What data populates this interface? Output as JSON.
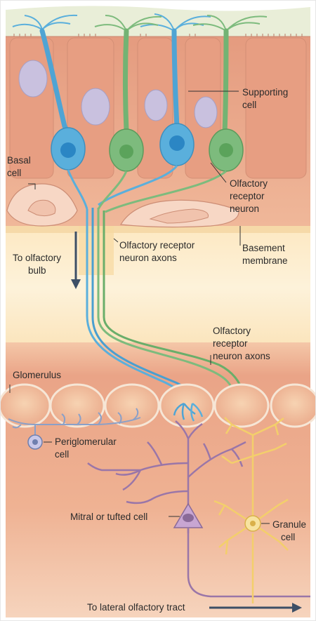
{
  "labels": {
    "supporting_cell": [
      "Supporting",
      "cell"
    ],
    "basal_cell": [
      "Basal",
      "cell"
    ],
    "olfactory_receptor_neuron": [
      "Olfactory",
      "receptor",
      "neuron"
    ],
    "to_olfactory_bulb": [
      "To olfactory",
      "bulb"
    ],
    "olfactory_receptor_neuron_axons_upper": [
      "Olfactory receptor",
      "neuron axons"
    ],
    "basement_membrane": [
      "Basement",
      "membrane"
    ],
    "olfactory_receptor_neuron_axons_lower": [
      "Olfactory",
      "receptor",
      "neuron axons"
    ],
    "glomerulus": "Glomerulus",
    "periglomerular_cell": [
      "Periglomerular",
      "cell"
    ],
    "mitral_or_tufted_cell": "Mitral or tufted cell",
    "granule_cell": [
      "Granule",
      "cell"
    ],
    "to_lateral_olfactory_tract": "To lateral olfactory tract"
  },
  "colors": {
    "epithelium": "#e8a488",
    "mucus": "#e6ebd2",
    "basement_band": "#fbe3b5",
    "bulb_tissue": "#ecaa8e",
    "glomerulus_fill": "#f3c7a3",
    "blue_neuron": "#5aafdc",
    "green_neuron": "#7dbb7d",
    "mitral_purple": "#9a76a8",
    "granule_yellow": "#f3d27a",
    "supporting_nucleus": "#c8c0de",
    "arrow": "#3d4f66",
    "line": "#333333"
  }
}
